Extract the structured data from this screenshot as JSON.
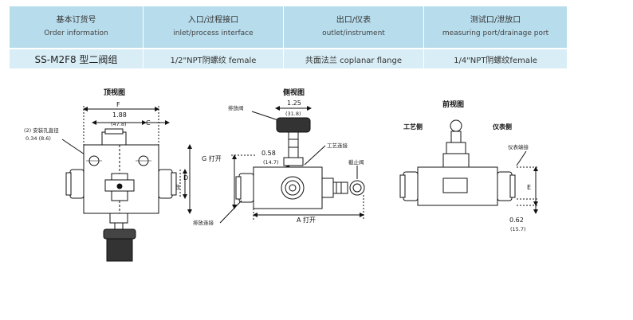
{
  "table": {
    "headers": [
      {
        "cn": "基本订货号",
        "en": "Order information"
      },
      {
        "cn": "入口/过程接口",
        "en": "inlet/process interface"
      },
      {
        "cn": "出口/仪表",
        "en": "outlet/instrument"
      },
      {
        "cn": "测试口/泄放口",
        "en": "measuring port/drainage port"
      }
    ],
    "row": [
      "SS-M2F8 型二阀组",
      "1/2\"NPT阴螺纹  female",
      "共面法兰  coplanar flange",
      "1/4\"NPT阴螺纹female"
    ]
  },
  "top_view": {
    "title": "顶视图",
    "F": "F",
    "dim_188": "1.88",
    "dim_188_mm": "(47.8)",
    "C": "C",
    "hole_label": "(2) 安装孔直径",
    "hole_dim": "0.34",
    "hole_dim_mm": "(8.6)",
    "B": "B",
    "D": "D"
  },
  "side_view": {
    "title": "侧视图",
    "vent_valve": "排放阀",
    "dim_125": "1.25",
    "dim_125_mm": "(31.8)",
    "G": "G 打开",
    "dim_058": "0.58",
    "dim_058_mm": "(14.7)",
    "process": "工艺连接",
    "shutoff": "截止阀",
    "vent_conn": "排放连接",
    "A": "A 打开"
  },
  "front_view": {
    "title": "前视图",
    "process_side": "工艺侧",
    "inst_side": "仪表侧",
    "inst_conn": "仪表端接",
    "E": "E",
    "dim_062": "0.62",
    "dim_062_mm": "(15.7)"
  }
}
